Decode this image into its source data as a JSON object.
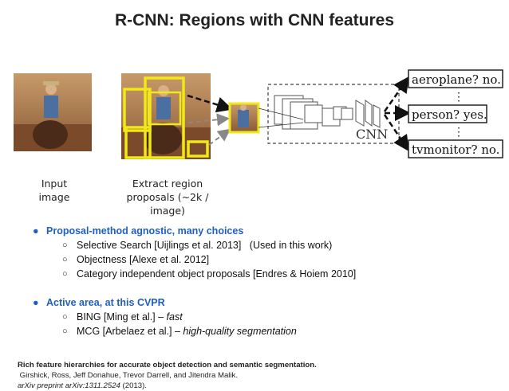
{
  "title": "R-CNN: Regions with CNN features",
  "pipeline": {
    "cnn_label": "CNN",
    "outputs": [
      "aeroplane? no.",
      "person? yes.",
      "tvmonitor? no."
    ],
    "ellipsis": "⋮",
    "caption_input": [
      "Input",
      "image"
    ],
    "caption_extract": [
      "Extract region",
      "proposals (~2k / image)"
    ],
    "colors": {
      "proposal_box": "#f0e81a",
      "arrow": "#111111",
      "dashed": "#444444"
    }
  },
  "bullets": [
    {
      "heading": "Proposal-method agnostic, many choices",
      "items": [
        {
          "text": "Selective Search [Uijlings et al. 2013]   (Used in this work)"
        },
        {
          "text": "Objectness [Alexe et al. 2012]"
        },
        {
          "text": "Category independent object proposals [Endres & Hoiem 2010]"
        }
      ]
    },
    {
      "heading": "Active area, at this CVPR",
      "items": [
        {
          "text": "BING [Ming et al.] – ",
          "emph": "fast"
        },
        {
          "text": "MCG [Arbelaez et al.] – ",
          "emph": "high-quality segmentation"
        }
      ]
    }
  ],
  "citation": {
    "title": "Rich feature hierarchies for accurate object detection and semantic segmentation.",
    "authors": " Girshick, Ross, Jeff Donahue, Trevor Darrell, and Jitendra Malik.",
    "venue": "arXiv preprint arXiv:1311.2524",
    "year": " (2013)."
  },
  "bullet_glyph": "●",
  "sub_bullet_glyph": "○"
}
